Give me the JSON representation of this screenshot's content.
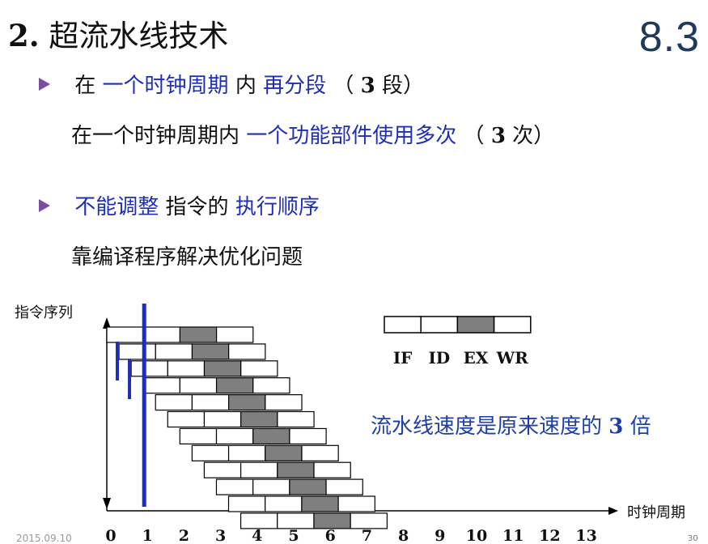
{
  "slide": {
    "title_num": "2.",
    "title_text": "超流水线技术",
    "section": "8.3",
    "date": "2015.09.10",
    "page": "30"
  },
  "points": {
    "p1_a": "在 ",
    "p1_b": "一个时钟周期",
    "p1_c": " 内 ",
    "p1_d": "再分段",
    "p1_e": " （ ",
    "p1_f": "3",
    "p1_g": " 段）",
    "p1_sub_a": "在一个时钟周期内 ",
    "p1_sub_b": "一个功能部件使用多次",
    "p1_sub_c": "（ ",
    "p1_sub_d": "3",
    "p1_sub_e": " 次）",
    "p2_a": "不能调整",
    "p2_b": " 指令的 ",
    "p2_c": "执行顺序",
    "p2_sub": "靠编译程序解决优化问题"
  },
  "diagram": {
    "y_axis_label": "指令序列",
    "x_axis_label": "时钟周期",
    "x_ticks": [
      "0",
      "1",
      "2",
      "3",
      "4",
      "5",
      "6",
      "7",
      "8",
      "9",
      "10",
      "11",
      "12",
      "13"
    ],
    "legend": [
      "IF",
      "ID",
      "EX",
      "WR"
    ],
    "speed_a": "流水线速度是原来速度的 ",
    "speed_b": "3",
    "speed_c": " 倍",
    "instruction_count": 12,
    "stage_duration_cycles": 1,
    "issue_interval_cycles": 0.333,
    "ex_stage_index": 2,
    "colors": {
      "stage_fill": "#ffffff",
      "ex_fill": "#7f7f7f",
      "marker": "#1f2fb5"
    }
  }
}
